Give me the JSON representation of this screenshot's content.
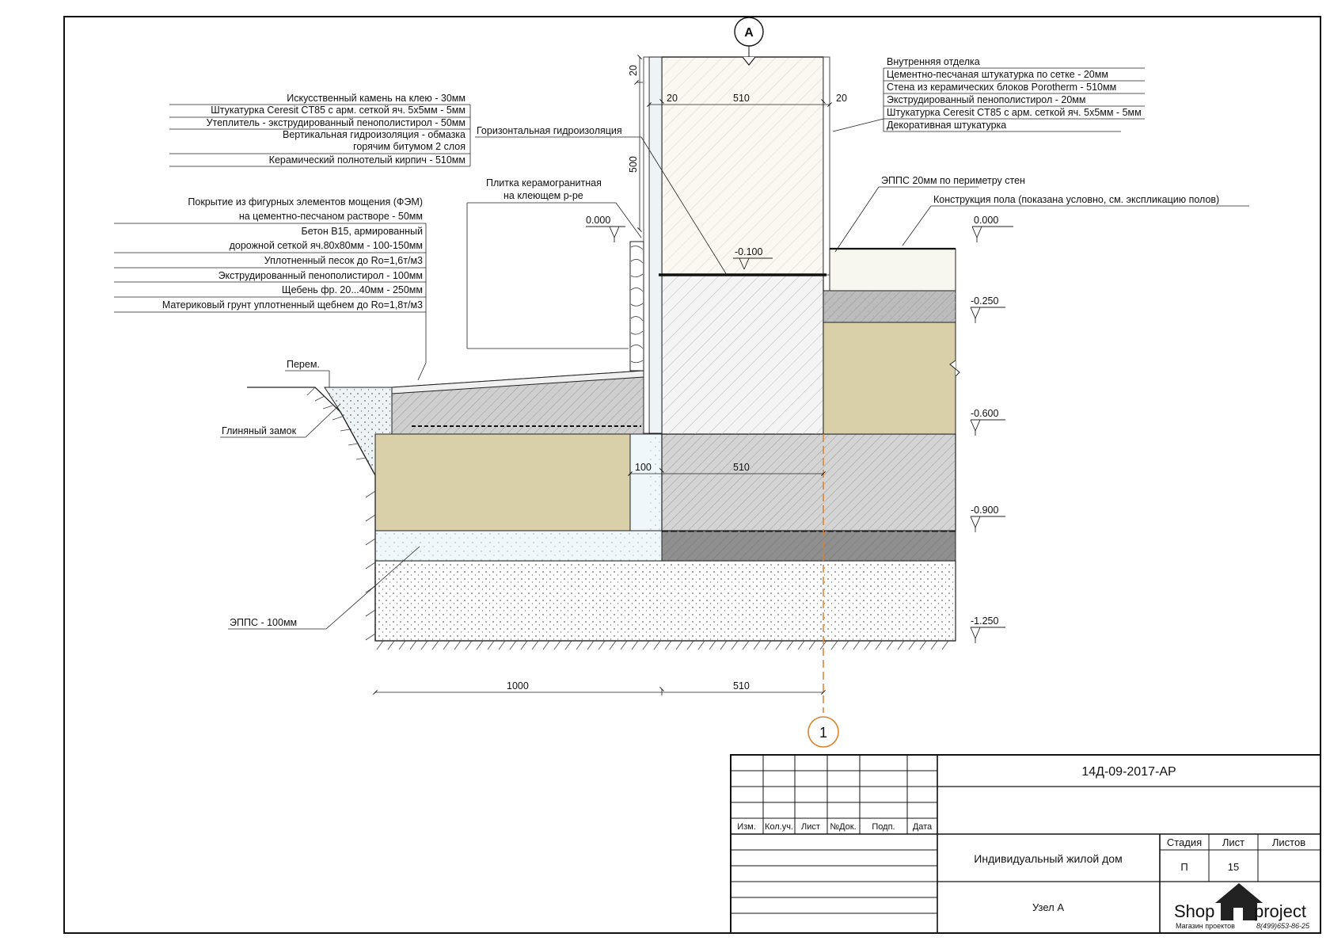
{
  "axes": {
    "top": "А",
    "bottom": "1"
  },
  "callouts_left": [
    "Искусственный камень на клею - 30мм",
    "Штукатурка Ceresit CT85 с арм. сеткой яч. 5х5мм - 5мм",
    "Утеплитель - экструдированный пенополистирол - 50мм",
    "Вертикальная гидроизоляция - обмазка",
    "горячим битумом 2 слоя",
    "Керамический полнотелый кирпич - 510мм"
  ],
  "callouts_right": [
    "Внутренняя отделка",
    "Цементно-песчаная штукатурка по сетке - 20мм",
    "Стена из керамических блоков Porotherm - 510мм",
    "Экструдированный пенополистирол - 20мм",
    "Штукатурка Ceresit CT85 с арм. сеткой яч. 5х5мм - 5мм",
    "Декоративная штукатурка"
  ],
  "callouts_paving": [
    "Покрытие из фигурных элементов мощения (ФЭМ)",
    "на цементно-песчаном растворе - 50мм",
    "Бетон В15, армированный",
    "дорожной сеткой яч.80х80мм  - 100-150мм",
    "Уплотненный песок до Ro=1,6т/м3",
    "Экструдированный пенополистирол - 100мм",
    "Щебень фр. 20...40мм  - 250мм",
    "Материковый грунт уплотненный щебнем до Ro=1,8т/м3"
  ],
  "labels": {
    "hydro": "Горизонтальная гидроизоляция",
    "tile1": "Плитка керамогранитная",
    "tile2": "на клеющем р-ре",
    "epps20": "ЭППС 20мм по периметру стен",
    "floor": "Конструкция пола (показана условно, см. экспликацию полов)",
    "perem": "Перем.",
    "clay": "Глиняный замок",
    "epps100": "ЭППС - 100мм"
  },
  "levels": {
    "left_zero": "0.000",
    "right_zero": "0.000",
    "m0100": "-0.100",
    "m0250": "-0.250",
    "m0600": "-0.600",
    "m0900": "-0.900",
    "m1250": "-1.250"
  },
  "dims": {
    "d20a": "20",
    "d510a": "510",
    "d20b": "20",
    "d20v": "20",
    "d500v": "500",
    "d100": "100",
    "d510b": "510",
    "d1000": "1000",
    "d510c": "510"
  },
  "title_block": {
    "code": "14Д-09-2017-АР",
    "col_headers": [
      "Изм.",
      "Кол.уч.",
      "Лист",
      "№Док.",
      "Подп.",
      "Дата"
    ],
    "object": "Индивидуальный жилой дом",
    "sheet_title": "Узел А",
    "stage_label": "Стадия",
    "sheet_label": "Лист",
    "sheets_label": "Листов",
    "stage_value": "П",
    "sheet_value": "15",
    "sheets_value": ""
  },
  "logo": {
    "left": "Shop",
    "right": "project",
    "tagline": "Магазин проектов",
    "phone": "8(499)653-86-25"
  }
}
